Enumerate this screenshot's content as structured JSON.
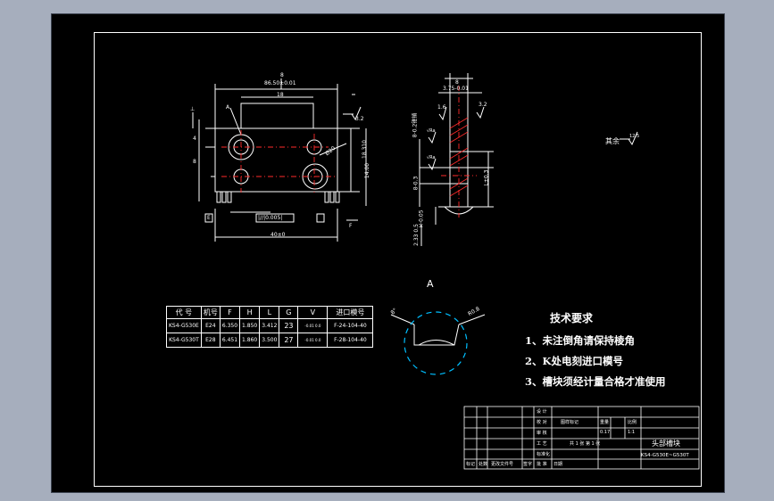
{
  "drawing": {
    "front_view": {
      "dim_top": "8",
      "dim_overall": "86.50±0.01",
      "dim_inner": "18",
      "leader_label": "A",
      "datum_box": "E",
      "datum_symbol": "⊥",
      "tol_frame": "|//|0.005|",
      "dim_bottom": "40±0",
      "dim_right": "18.310",
      "dim_right2": "14.00",
      "dim_left": "4",
      "dim_left2": "8",
      "small_f": "F",
      "diag_dim": "Ø20",
      "roughness_right": "3.2"
    },
    "side_view": {
      "dim_top": "3.75-0.01",
      "dim_top_small": "8",
      "roughness_a": "3.2",
      "roughness_b": "1.6",
      "label_left_upper": "8-0.2锥销",
      "label_left_lower": "8-0.3",
      "label_right": "L±0.3",
      "label_bottom": "2.33 0.5",
      "label_bottom2": "H-0.05",
      "roughness_c": "√Ra",
      "roughness_d": "√Ra"
    },
    "section_label": "A",
    "detail": {
      "dim_left": "8°",
      "dim_right": "R0.8"
    },
    "other_finish": "其余",
    "other_finish_value": "12.5"
  },
  "spec_table": {
    "headers": [
      "代 号",
      "机号",
      "F",
      "H",
      "L",
      "G",
      "V",
      "进口模号"
    ],
    "rows": [
      [
        "KS4-G530E",
        "E24",
        "6.350",
        "1.850",
        "3.412",
        "23",
        "-0.01 0.0",
        "F-24-104-40"
      ],
      [
        "KS4-G530T",
        "E28",
        "6.451",
        "1.860",
        "3.500",
        "27",
        "-0.01 0.0",
        "F-28-104-40"
      ]
    ]
  },
  "requirements": {
    "title": "技术要求",
    "items": [
      "1、未注倒角请保持棱角",
      "2、K处电刻进口模号",
      "3、槽块须经计量合格才准使用"
    ]
  },
  "title_block": {
    "name": "头部槽块",
    "drawing_no": "KS4-G530E~G530T",
    "scale": "1:1",
    "sheet": "共 1 张 第 1 张",
    "row_labels": [
      "设 计",
      "校 对",
      "审 核",
      "工 艺",
      "标准化",
      "批 准"
    ],
    "footer_labels": [
      "标记",
      "处数",
      "更改文件号",
      "签字",
      "日期"
    ],
    "col_labels": [
      "图样标记",
      "重量",
      "比例",
      "共",
      "张"
    ],
    "weight": "0.17"
  },
  "colors": {
    "background": "#000000",
    "outer": "#a6aebd",
    "line": "#ffffff",
    "center": "#ff2a2a",
    "accent": "#00bfff"
  }
}
